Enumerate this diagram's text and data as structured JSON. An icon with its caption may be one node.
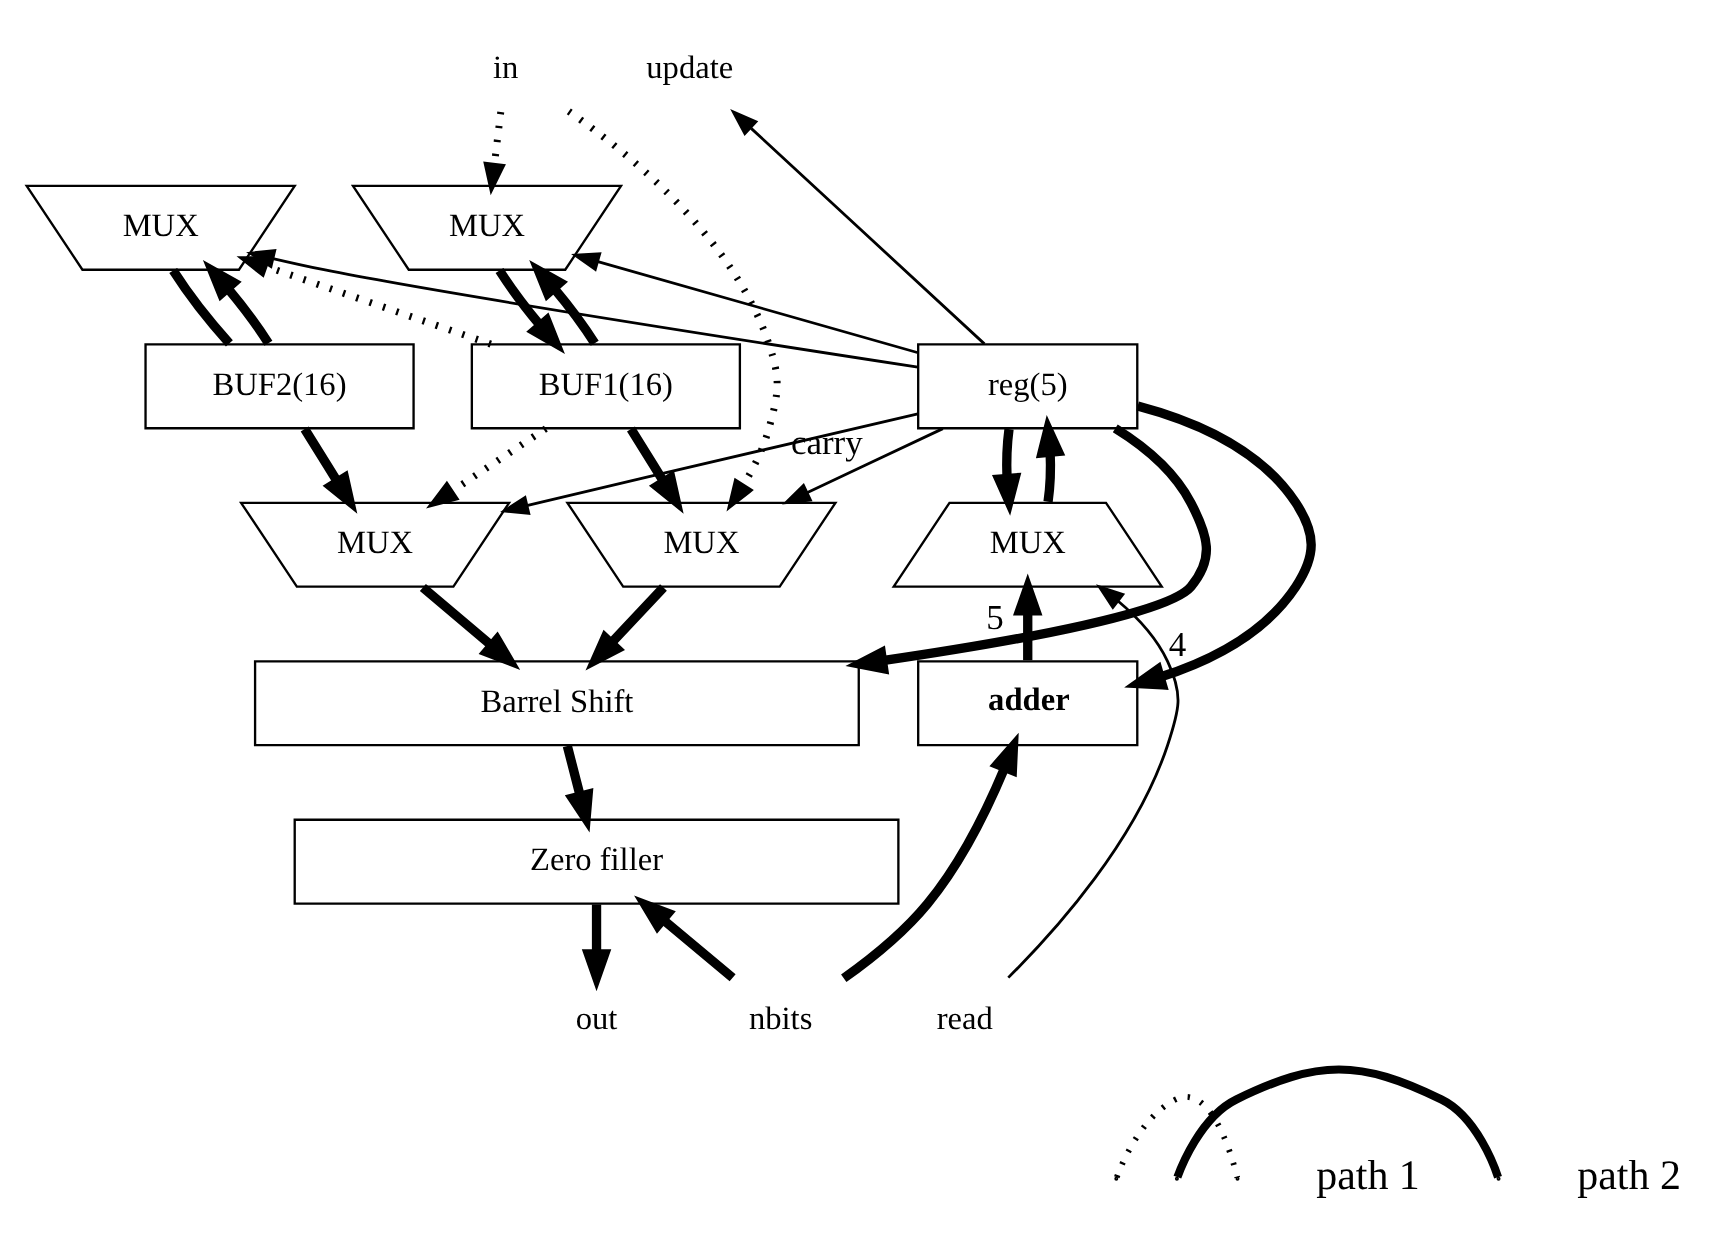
{
  "diagram": {
    "nodes": [
      {
        "text": [
          "MUX"
        ]
      },
      {
        "text": [
          "MUX"
        ]
      },
      {
        "text": [
          "BUF2(16)"
        ]
      },
      {
        "text": [
          "BUF1(16)"
        ]
      },
      {
        "text": [
          "MUX"
        ]
      },
      {
        "text": [
          "MUX"
        ]
      },
      {
        "text": [
          "Barrel Shift"
        ]
      },
      {
        "text": [
          "Zero filler"
        ]
      },
      {
        "text": [
          "reg(5)"
        ]
      },
      {
        "text": [
          "MUX"
        ]
      },
      {
        "text": [
          "adder"
        ]
      },
      {
        "text": [
          "in"
        ]
      },
      {
        "text": [
          "update"
        ]
      },
      {
        "text": [
          "nbits"
        ]
      },
      {
        "text": [
          "out"
        ]
      },
      {
        "text": [
          "read"
        ]
      }
    ],
    "edges": [
      {
        "from": 2,
        "to": 0,
        "arrow": "to"
      },
      {
        "from": 3,
        "to": 0,
        "arrow": "to",
        "style": "dashed"
      },
      {
        "from": 3,
        "to": 1,
        "arrow": "to"
      },
      {
        "from": 11,
        "to": 1,
        "arrow": "to",
        "style": "dashed"
      },
      {
        "from": 0,
        "to": 2,
        "arrow": "none"
      },
      {
        "from": 1,
        "to": 3,
        "arrow": "to"
      },
      {
        "from": 2,
        "to": 4,
        "arrow": "to"
      },
      {
        "from": 3,
        "to": 4,
        "arrow": "to",
        "style": "dashed"
      },
      {
        "from": 3,
        "to": 5,
        "arrow": "to"
      },
      {
        "from": 11,
        "to": 5,
        "arrow": "to",
        "style": "dashed"
      },
      {
        "from": 8,
        "to": 1,
        "arrow": "to"
      },
      {
        "from": 8,
        "to": 0,
        "arrow": "to"
      },
      {
        "from": 8,
        "to": 12,
        "arrow": "to"
      },
      {
        "from": 8,
        "to": 5,
        "arrow": "to",
        "label": "carry"
      },
      {
        "from": 8,
        "to": 4,
        "arrow": "to"
      },
      {
        "from": 4,
        "to": 6,
        "arrow": "to"
      },
      {
        "from": 5,
        "to": 6,
        "arrow": "to"
      },
      {
        "from": 8,
        "to": 6,
        "arrow": "to",
        "label": "5"
      },
      {
        "from": 8,
        "to": 9,
        "arrow": "to"
      },
      {
        "from": 8,
        "to": 10,
        "arrow": "to",
        "label": "4"
      },
      {
        "from": 6,
        "to": 7,
        "arrow": "to"
      },
      {
        "from": 7,
        "to": 14,
        "arrow": "to"
      },
      {
        "from": 10,
        "to": 9,
        "arrow": "to"
      },
      {
        "from": 9,
        "to": 8,
        "arrow": "to"
      },
      {
        "from": 13,
        "to": 10,
        "arrow": "to"
      },
      {
        "from": 13,
        "to": 7,
        "arrow": "to"
      },
      {
        "from": 15,
        "to": 9,
        "arrow": "to"
      }
    ],
    "legend": [
      {
        "text": "path 1"
      },
      {
        "text": "path 2"
      }
    ]
  }
}
